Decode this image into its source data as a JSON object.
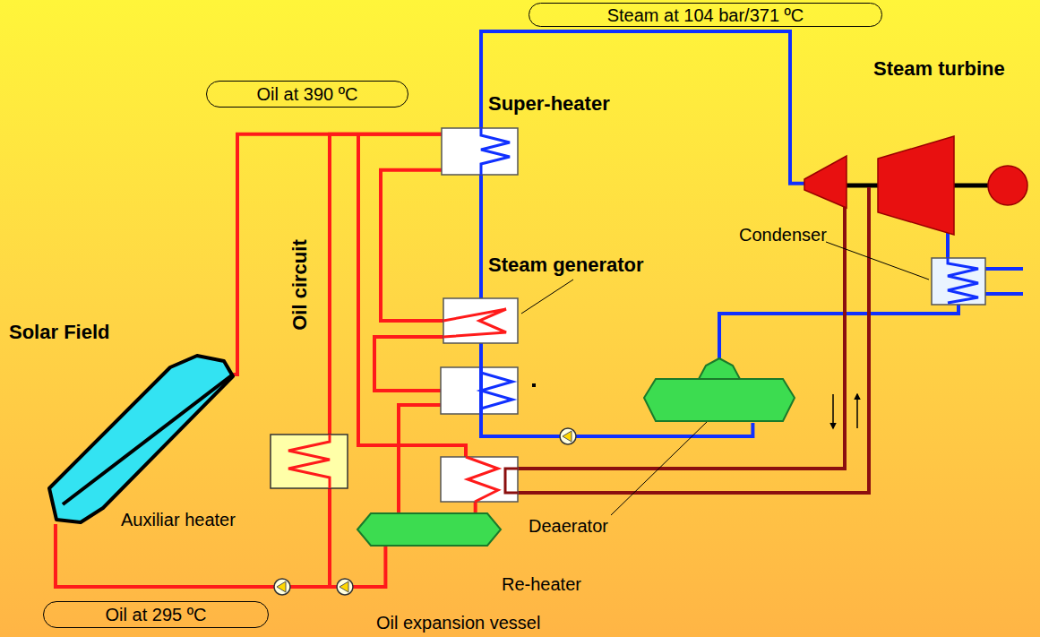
{
  "diagram": {
    "nodes": [
      {
        "text": [
          "Super-heater"
        ]
      },
      {
        "text": [
          "Steam turbine"
        ]
      },
      {
        "text": [
          "Condenser"
        ]
      },
      {
        "text": [
          "Steam generator"
        ]
      },
      {
        "text": [
          "Solar Field"
        ]
      },
      {
        "text": [
          "Deaerator"
        ]
      },
      {
        "text": [
          "Auxiliar heater"
        ]
      },
      {
        "text": [
          "Re-heater"
        ]
      },
      {
        "text": [
          "Oil expansion vessel"
        ]
      }
    ],
    "edges": [
      {
        "from": 4,
        "to": 0,
        "arrow": "none"
      },
      {
        "from": 0,
        "to": 1,
        "arrow": "none"
      },
      {
        "from": 1,
        "to": 2,
        "arrow": "none"
      },
      {
        "from": 2,
        "to": 5,
        "arrow": "none"
      },
      {
        "from": 5,
        "to": 3,
        "arrow": "none"
      },
      {
        "from": 3,
        "to": 0,
        "arrow": "none"
      },
      {
        "from": 1,
        "to": 7,
        "arrow": "none"
      },
      {
        "from": 7,
        "to": 1,
        "arrow": "none"
      },
      {
        "from": 6,
        "to": 0,
        "arrow": "none"
      },
      {
        "from": 8,
        "to": 4,
        "arrow": "none"
      },
      {
        "from": 7,
        "to": 8,
        "arrow": "none"
      },
      {
        "from": 0,
        "to": 3,
        "arrow": "none"
      }
    ],
    "labels": [
      "Steam at 104 bar/371 ºC",
      "Oil at 390 ºC",
      "Oil circuit",
      "Oil at 295 ºC"
    ]
  }
}
